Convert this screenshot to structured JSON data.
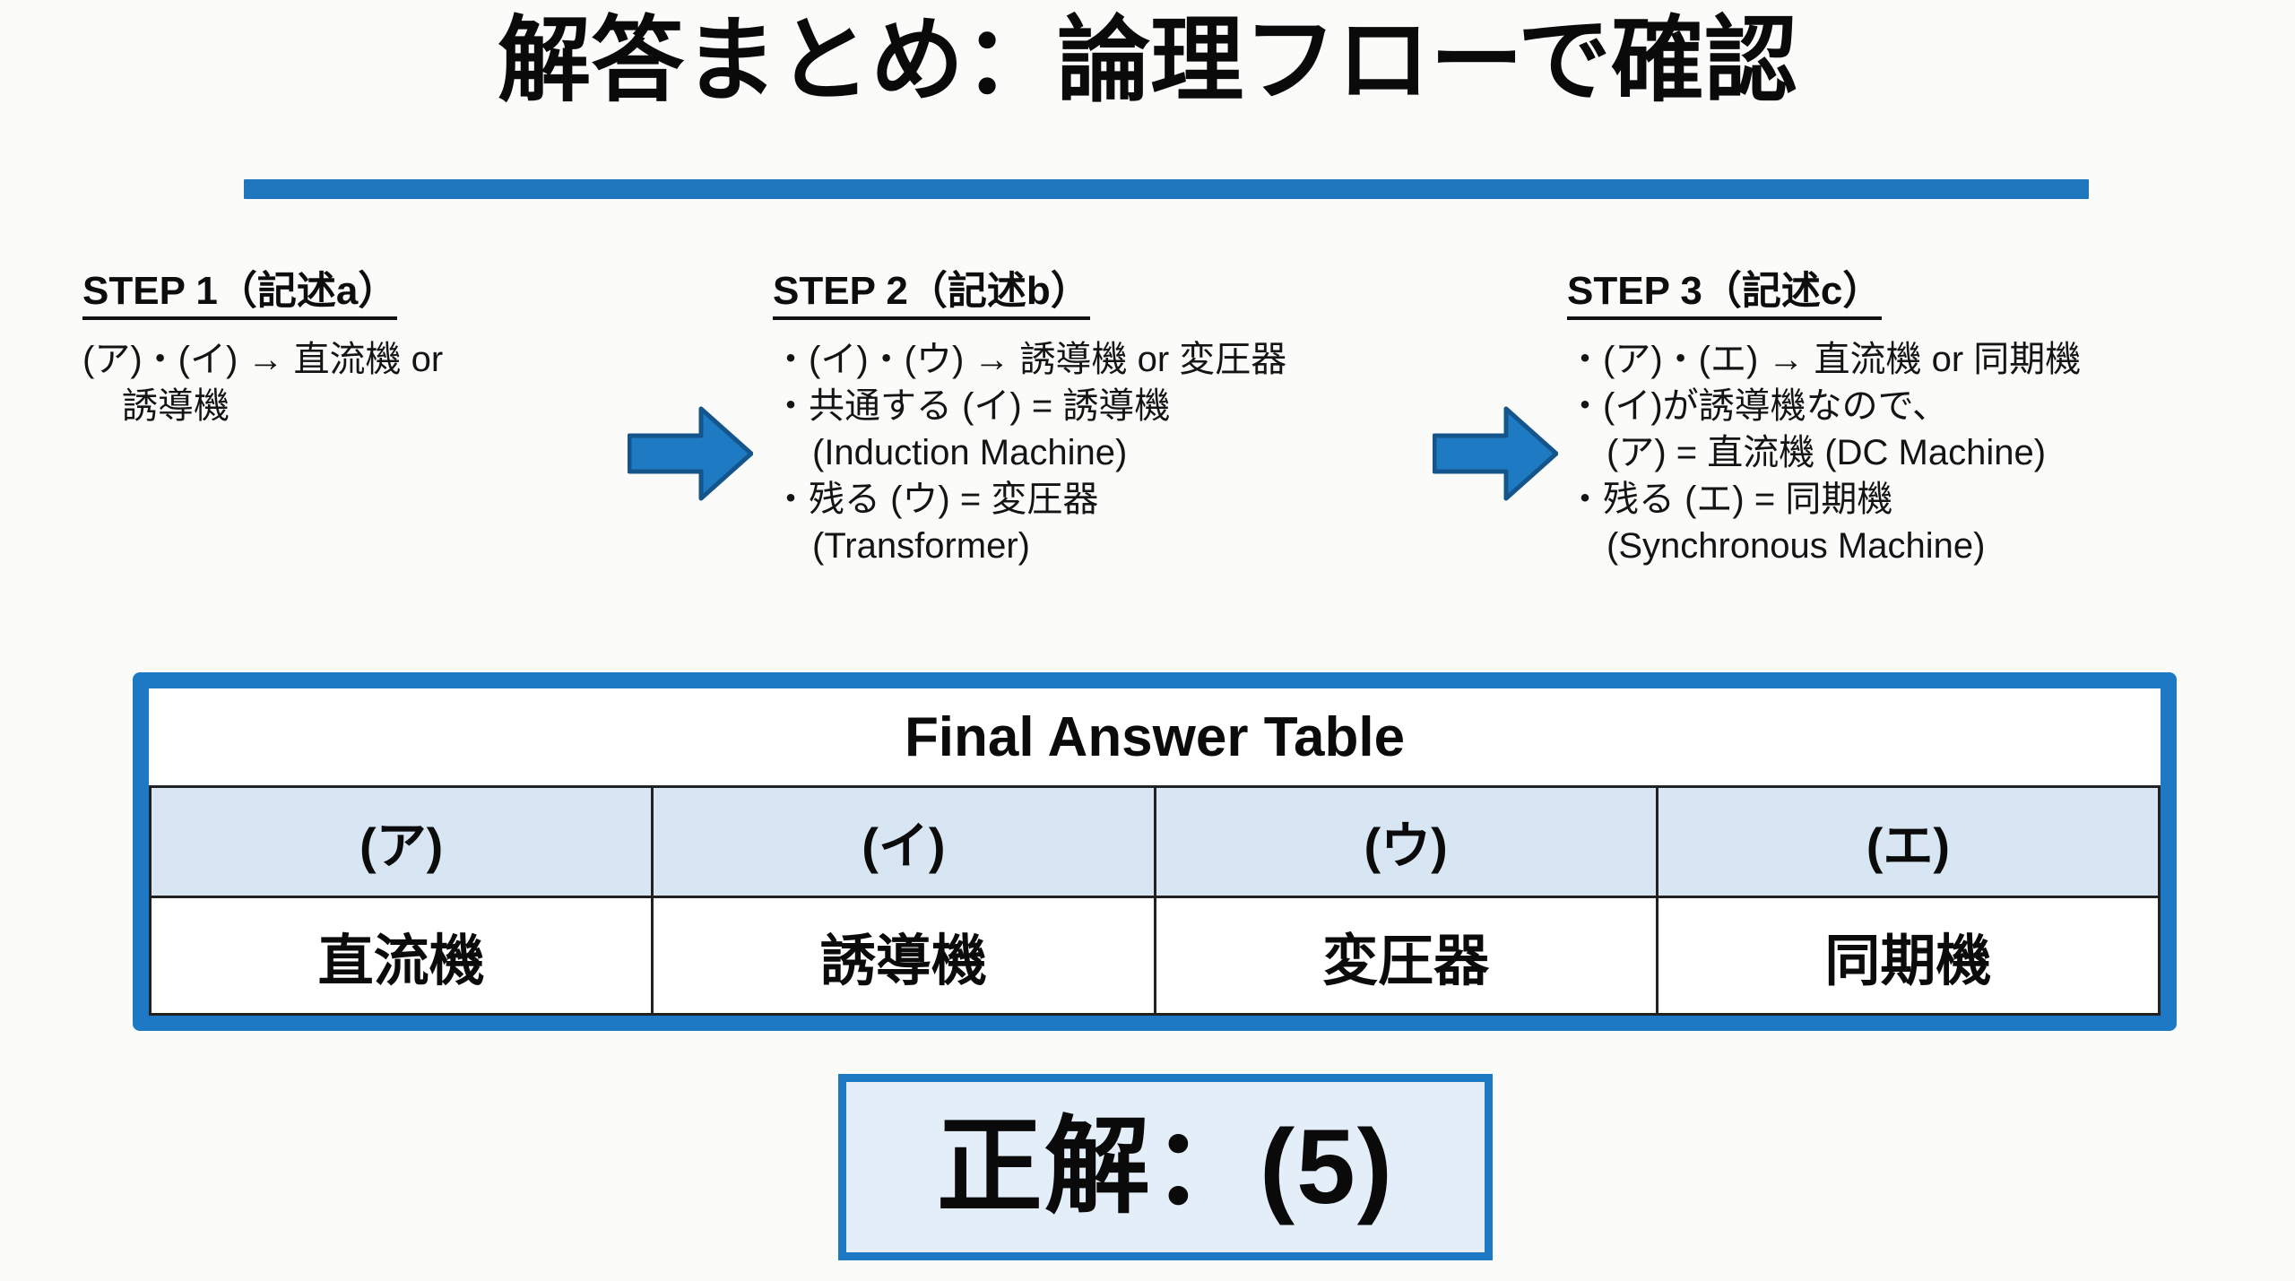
{
  "slide": {
    "title": "解答まとめ：論理フローで確認",
    "accent_color": "#1e76bd",
    "table_header_fill": "#d8e6f4",
    "result_box_fill": "#e4eef8"
  },
  "steps": [
    {
      "heading": "STEP 1（記述a）",
      "lines": [
        {
          "text": "(ア)・(イ) → 直流機 or",
          "indented": false
        },
        {
          "text": "誘導機",
          "indented": true
        }
      ]
    },
    {
      "heading": "STEP 2（記述b）",
      "lines": [
        {
          "text": "・(イ)・(ウ) → 誘導機 or 変圧器",
          "indented": false
        },
        {
          "text": "・共通する (イ) = 誘導機",
          "indented": false
        },
        {
          "text": "(Induction Machine)",
          "indented": true
        },
        {
          "text": "・残る (ウ) = 変圧器",
          "indented": false
        },
        {
          "text": "(Transformer)",
          "indented": true
        }
      ]
    },
    {
      "heading": "STEP 3（記述c）",
      "lines": [
        {
          "text": "・(ア)・(エ) → 直流機 or 同期機",
          "indented": false
        },
        {
          "text": "・(イ)が誘導機なので、",
          "indented": false
        },
        {
          "text": "(ア) = 直流機 (DC Machine)",
          "indented": true
        },
        {
          "text": "・残る (エ) = 同期機",
          "indented": false
        },
        {
          "text": "(Synchronous Machine)",
          "indented": true
        }
      ]
    }
  ],
  "arrows": [
    {
      "name": "flow-arrow-1",
      "direction": "right"
    },
    {
      "name": "flow-arrow-2",
      "direction": "right"
    }
  ],
  "answer_table": {
    "title": "Final Answer Table",
    "headers": [
      "(ア)",
      "(イ)",
      "(ウ)",
      "(エ)"
    ],
    "values": [
      "直流機",
      "誘導機",
      "変圧器",
      "同期機"
    ]
  },
  "result": {
    "text": "正解：(5)"
  }
}
